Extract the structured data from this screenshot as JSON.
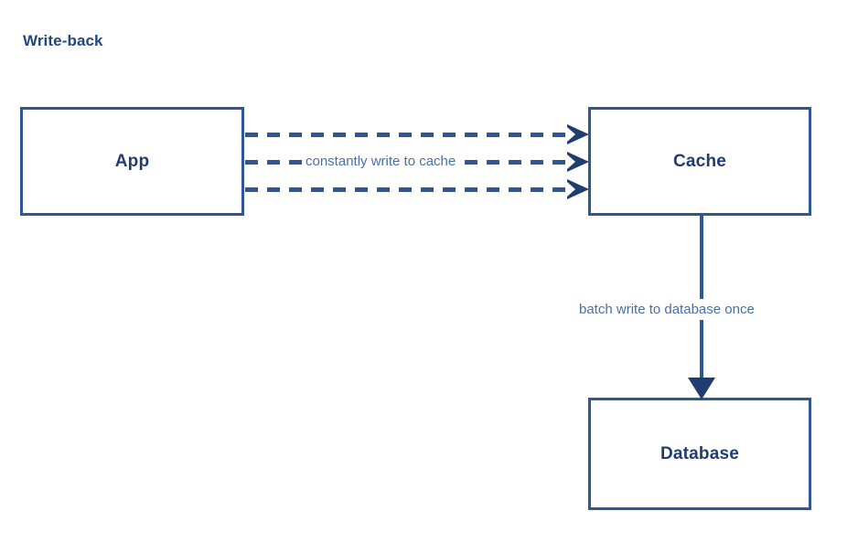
{
  "diagram": {
    "title": "Write-back",
    "background_color": "#ffffff",
    "accent_color": "#2f5795",
    "node_text_color": "#1f3d6e",
    "edge_label_color": "#4a6fa5",
    "title_color": "#21497f",
    "nodes": [
      {
        "id": "app",
        "label": "App"
      },
      {
        "id": "cache",
        "label": "Cache"
      },
      {
        "id": "database",
        "label": "Database"
      }
    ],
    "edges": [
      {
        "id": "app-to-cache",
        "from": "app",
        "to": "cache",
        "label": "constantly write to cache",
        "style": "dashed",
        "multiplicity": 3,
        "arrow": "arrow-right-icon"
      },
      {
        "id": "cache-to-database",
        "from": "cache",
        "to": "database",
        "label": "batch write to database once",
        "style": "solid",
        "multiplicity": 1,
        "arrow": "arrow-down-icon"
      }
    ]
  }
}
